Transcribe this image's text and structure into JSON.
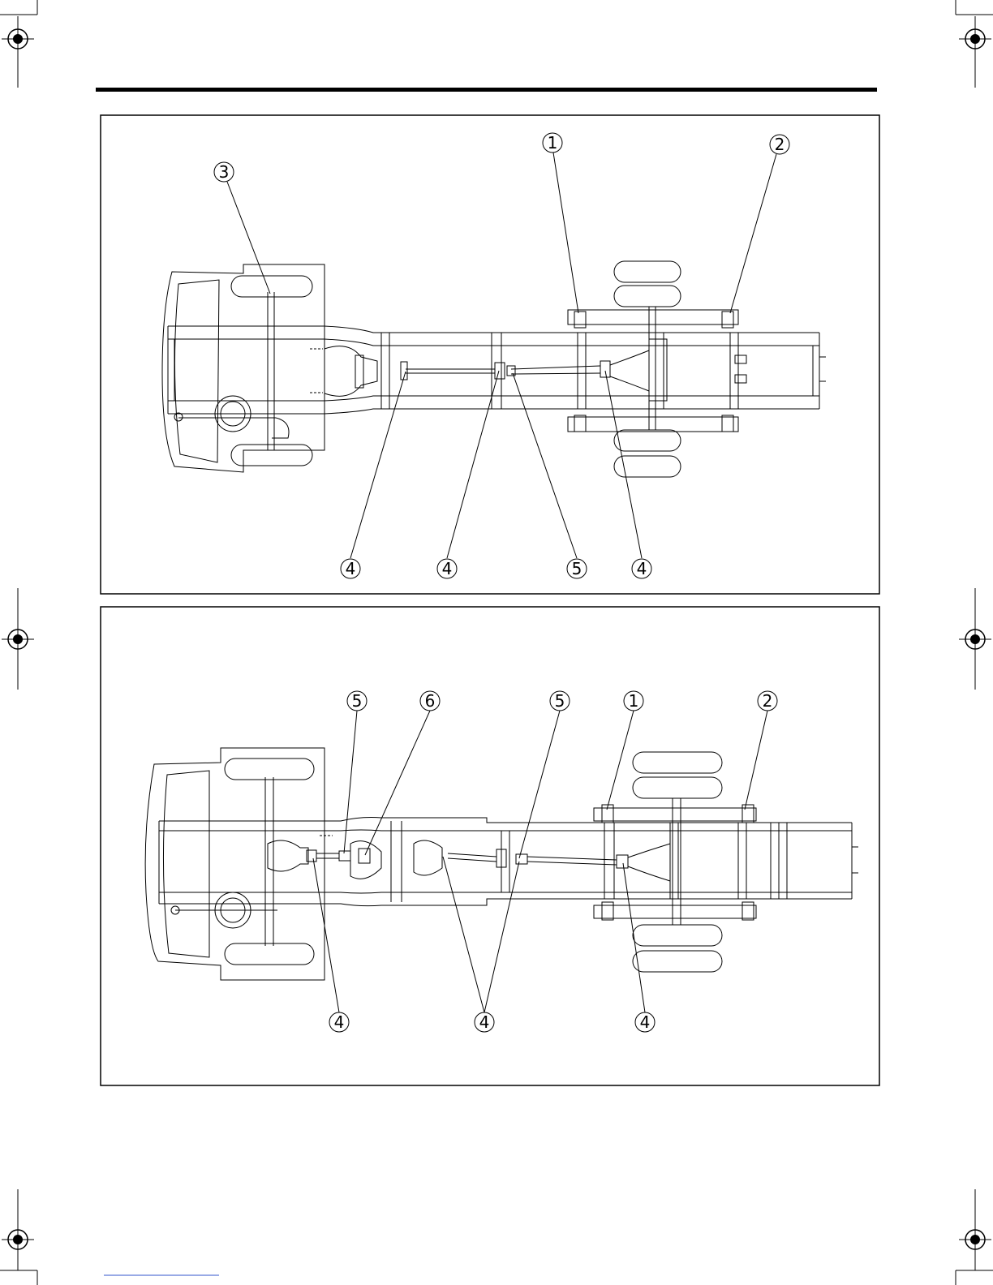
{
  "document": {
    "top_rule": true,
    "figures": [
      {
        "id": "figure-1",
        "callouts": [
          "1",
          "2",
          "3",
          "4",
          "4",
          "5",
          "4"
        ]
      },
      {
        "id": "figure-2",
        "callouts": [
          "5",
          "6",
          "5",
          "1",
          "2",
          "4",
          "4",
          "4"
        ]
      }
    ]
  },
  "icons": [
    "registration-mark-icon"
  ],
  "colors": {
    "ink": "#000000",
    "paper": "#ffffff",
    "bottom_link": "#3355cc"
  }
}
